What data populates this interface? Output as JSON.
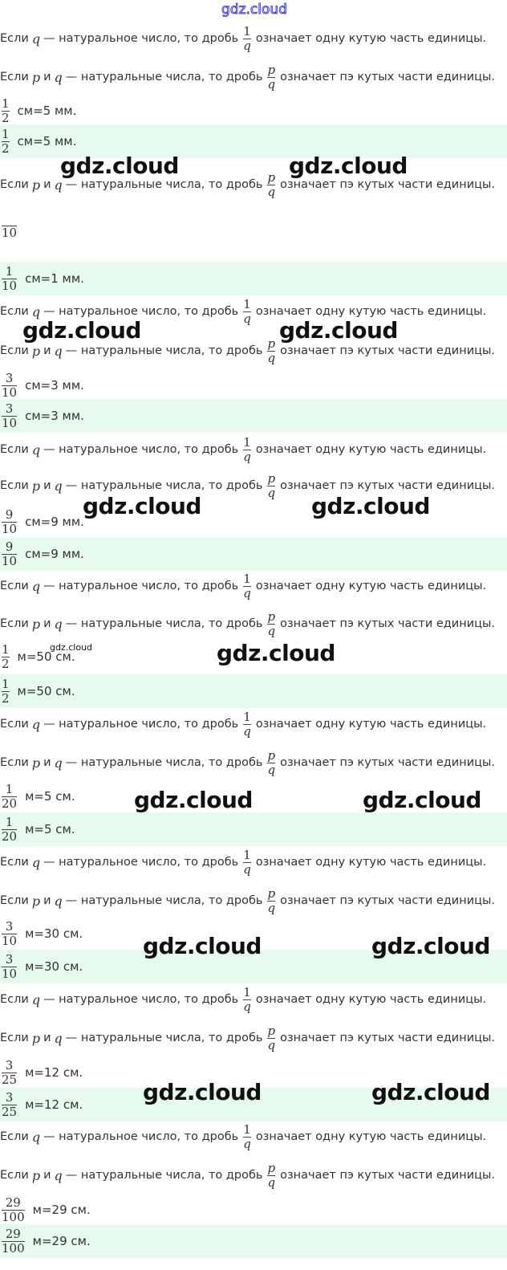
{
  "logo_top": "gdz.cloud",
  "definitions": {
    "one": {
      "pre": "Если",
      "var": "q",
      "mid": "— натуральное число, то дробь",
      "num": "1",
      "den": "q",
      "post": "означает одну кутую часть единицы."
    },
    "many": {
      "pre": "Если",
      "var1": "p",
      "and": "и",
      "var": "q",
      "mid": "— натуральные числа, то дробь",
      "num": "p",
      "den": "q",
      "post": "означает пэ кутых части единицы."
    }
  },
  "rows": [
    {
      "kind": "def",
      "ref": "one"
    },
    {
      "kind": "def",
      "ref": "many"
    },
    {
      "kind": "eq",
      "num": "1",
      "den": "2",
      "text": "см=5 мм.",
      "highlighted": false
    },
    {
      "kind": "eq",
      "num": "1",
      "den": "2",
      "text": "см=5 мм.",
      "highlighted": true
    },
    {
      "kind": "def",
      "ref": "many"
    },
    {
      "kind": "eq",
      "num": "",
      "den": "10",
      "text": "",
      "highlighted": false
    },
    {
      "kind": "eq",
      "num": "1",
      "den": "10",
      "text": "см=1 мм.",
      "highlighted": true
    },
    {
      "kind": "def",
      "ref": "one"
    },
    {
      "kind": "def",
      "ref": "many"
    },
    {
      "kind": "eq",
      "num": "3",
      "den": "10",
      "text": "см=3 мм.",
      "highlighted": false
    },
    {
      "kind": "eq",
      "num": "3",
      "den": "10",
      "text": "см=3 мм.",
      "highlighted": true
    },
    {
      "kind": "def",
      "ref": "one"
    },
    {
      "kind": "def",
      "ref": "many"
    },
    {
      "kind": "eq",
      "num": "9",
      "den": "10",
      "text": "см=9 мм.",
      "highlighted": false
    },
    {
      "kind": "eq",
      "num": "9",
      "den": "10",
      "text": "см=9 мм.",
      "highlighted": true
    },
    {
      "kind": "def",
      "ref": "one"
    },
    {
      "kind": "def",
      "ref": "many"
    },
    {
      "kind": "eq",
      "num": "1",
      "den": "2",
      "text": "м=50 см.",
      "highlighted": false
    },
    {
      "kind": "eq",
      "num": "1",
      "den": "2",
      "text": "м=50 см.",
      "highlighted": true
    },
    {
      "kind": "def",
      "ref": "one"
    },
    {
      "kind": "def",
      "ref": "many"
    },
    {
      "kind": "eq",
      "num": "1",
      "den": "20",
      "text": "м=5 см.",
      "highlighted": false
    },
    {
      "kind": "eq",
      "num": "1",
      "den": "20",
      "text": "м=5 см.",
      "highlighted": true
    },
    {
      "kind": "def",
      "ref": "one"
    },
    {
      "kind": "def",
      "ref": "many"
    },
    {
      "kind": "eq",
      "num": "3",
      "den": "10",
      "text": "м=30 см.",
      "highlighted": false
    },
    {
      "kind": "eq",
      "num": "3",
      "den": "10",
      "text": "м=30 см.",
      "highlighted": true
    },
    {
      "kind": "def",
      "ref": "one"
    },
    {
      "kind": "def",
      "ref": "many"
    },
    {
      "kind": "eq",
      "num": "3",
      "den": "25",
      "text": "м=12 см.",
      "highlighted": false
    },
    {
      "kind": "eq",
      "num": "3",
      "den": "25",
      "text": "м=12 см.",
      "highlighted": true
    },
    {
      "kind": "def",
      "ref": "one"
    },
    {
      "kind": "def",
      "ref": "many"
    },
    {
      "kind": "eq",
      "num": "29",
      "den": "100",
      "text": "м=29 см.",
      "highlighted": false
    },
    {
      "kind": "eq",
      "num": "29",
      "den": "100",
      "text": "м=29 см.",
      "highlighted": true
    }
  ],
  "watermarks": [
    "gdz.cloud",
    "gdz.cloud",
    "gdz.cloud",
    "gdz.cloud",
    "gdz.cloud",
    "gdz.cloud",
    "gdz.cloud",
    "gdz.cloud",
    "gdz.cloud",
    "gdz.cloud",
    "gdz.cloud",
    "gdz.cloud",
    "gdz.cloud",
    "gdz.cloud",
    "gdz.cloud",
    "gdz.cloud"
  ]
}
